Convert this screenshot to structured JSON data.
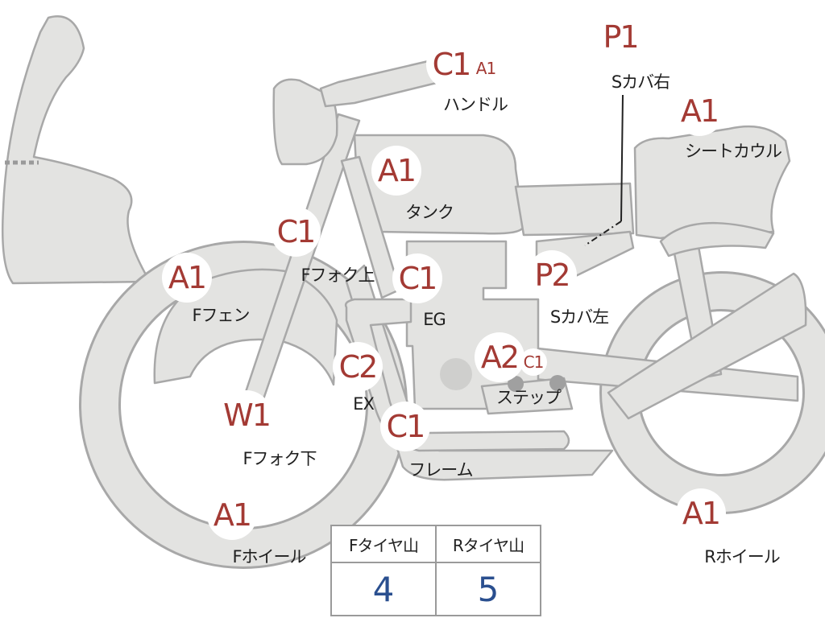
{
  "colors": {
    "bike_fill": "#e3e3e1",
    "bike_stroke": "#a8a8a8",
    "grade_text": "#a33a34",
    "value_text": "#2a4f8f"
  },
  "parts": {
    "handle": {
      "grade": "C1",
      "sub_grade": "A1",
      "label": "ハンドル"
    },
    "side_cover_r": {
      "grade": "P1",
      "label": "Sカバ右"
    },
    "seat_cowl": {
      "grade": "A1",
      "label": "シートカウル"
    },
    "tank": {
      "grade": "A1",
      "label": "タンク"
    },
    "fork_upper": {
      "grade": "C1",
      "label": "Fフォク上"
    },
    "front_fender": {
      "grade": "A1",
      "label": "Fフェン"
    },
    "engine": {
      "grade": "C1",
      "label": "EG"
    },
    "side_cover_l": {
      "grade": "P2",
      "label": "Sカバ左"
    },
    "exhaust": {
      "grade": "C2",
      "label": "EX"
    },
    "step": {
      "grade": "A2",
      "sub_grade": "C1",
      "label": "ステップ"
    },
    "fork_lower": {
      "grade": "W1",
      "label": "Fフォク下"
    },
    "frame": {
      "grade": "C1",
      "label": "フレーム"
    },
    "front_wheel": {
      "grade": "A1",
      "label": "Fホイール"
    },
    "rear_wheel": {
      "grade": "A1",
      "label": "Rホイール"
    }
  },
  "tread": {
    "front_label": "Fタイヤ山",
    "rear_label": "Rタイヤ山",
    "front_value": "4",
    "rear_value": "5"
  }
}
